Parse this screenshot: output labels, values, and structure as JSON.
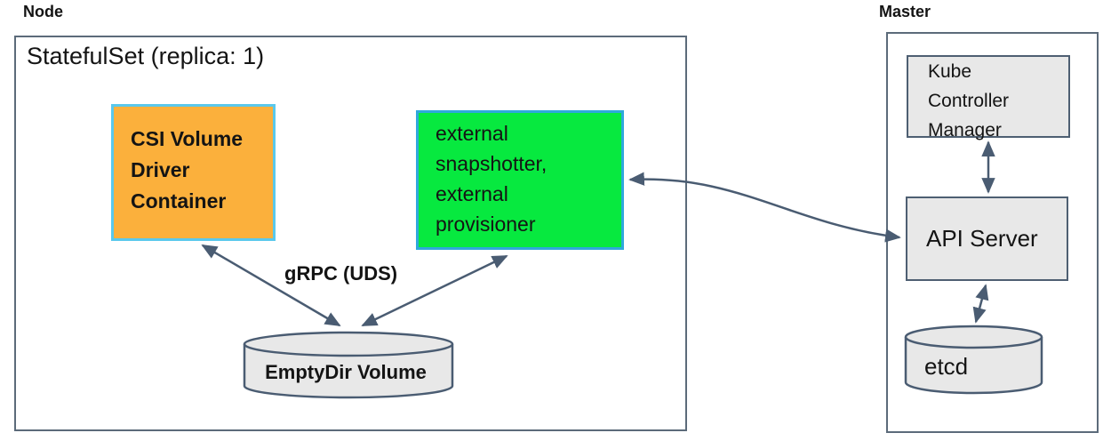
{
  "colors": {
    "line": "#4a5c72",
    "outer-border": "#5c6b7a",
    "box-border": "#4e5f72",
    "gray-fill": "#e8e8e8",
    "orange-fill": "#fbb03c",
    "orange-border": "#5ac8ec",
    "green-fill": "#07e93f",
    "green-border": "#2fa8dc",
    "text": "#141414"
  },
  "node": {
    "label": "Node",
    "statefulset_title": "StatefulSet (replica: 1)",
    "csi_box": {
      "line1": "CSI Volume",
      "line2": "Driver",
      "line3": "Container"
    },
    "sidecar_box": {
      "line1": "external",
      "line2": "snapshotter,",
      "line3": "external",
      "line4": "provisioner"
    },
    "grpc_label": "gRPC (UDS)",
    "emptydir_label": "EmptyDir Volume"
  },
  "master": {
    "label": "Master",
    "kcm_box": {
      "line1": "Kube",
      "line2": "Controller",
      "line3": "Manager"
    },
    "api_server_label": "API Server",
    "etcd_label": "etcd"
  }
}
